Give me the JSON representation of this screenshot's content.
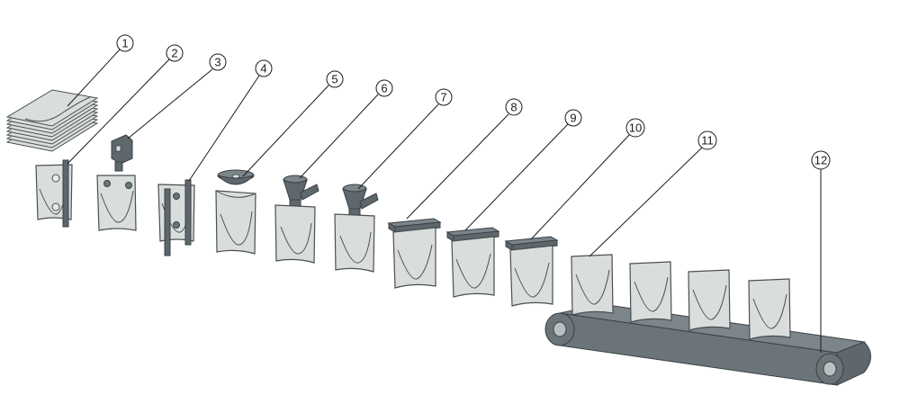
{
  "diagram": {
    "callouts": [
      {
        "label": "1"
      },
      {
        "label": "2"
      },
      {
        "label": "3"
      },
      {
        "label": "4"
      },
      {
        "label": "5"
      },
      {
        "label": "6"
      },
      {
        "label": "7"
      },
      {
        "label": "8"
      },
      {
        "label": "9"
      },
      {
        "label": "10"
      },
      {
        "label": "11"
      },
      {
        "label": "12"
      }
    ],
    "colors": {
      "background": "#ffffff",
      "pouch_fill": "#d9dedd",
      "outline": "#4a4f52",
      "machine_part": "#5e676c",
      "conveyor": "#6b7478"
    }
  }
}
